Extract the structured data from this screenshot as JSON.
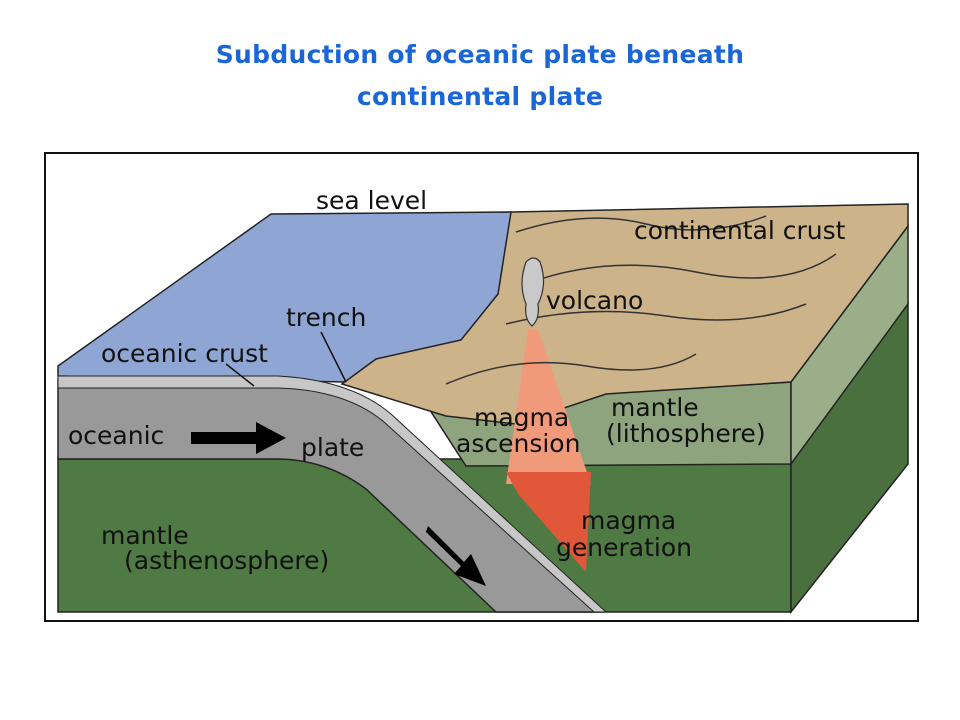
{
  "title": {
    "line1": "Subduction of oceanic plate beneath",
    "line2": "continental plate"
  },
  "labels": {
    "sea_level": "sea level",
    "continental_crust": "continental crust",
    "volcano": "volcano",
    "trench": "trench",
    "oceanic_crust": "oceanic crust",
    "oceanic": "oceanic",
    "plate": "plate",
    "magma": "magma",
    "ascension": "ascension",
    "mantle_litho": "mantle",
    "lithosphere": "(lithosphere)",
    "mantle_astheno": "mantle",
    "asthenosphere": "(asthenosphere)",
    "magma_gen": "magma",
    "generation": "generation"
  },
  "colors": {
    "title": "#1a66d6",
    "ocean": "#8fa6d4",
    "continent": "#cdb38a",
    "lithosphere": "#8ea47e",
    "asthenosphere": "#4f7a44",
    "plate": "#999999",
    "magma_light": "#f09a7a",
    "magma_dark": "#e0573a"
  }
}
